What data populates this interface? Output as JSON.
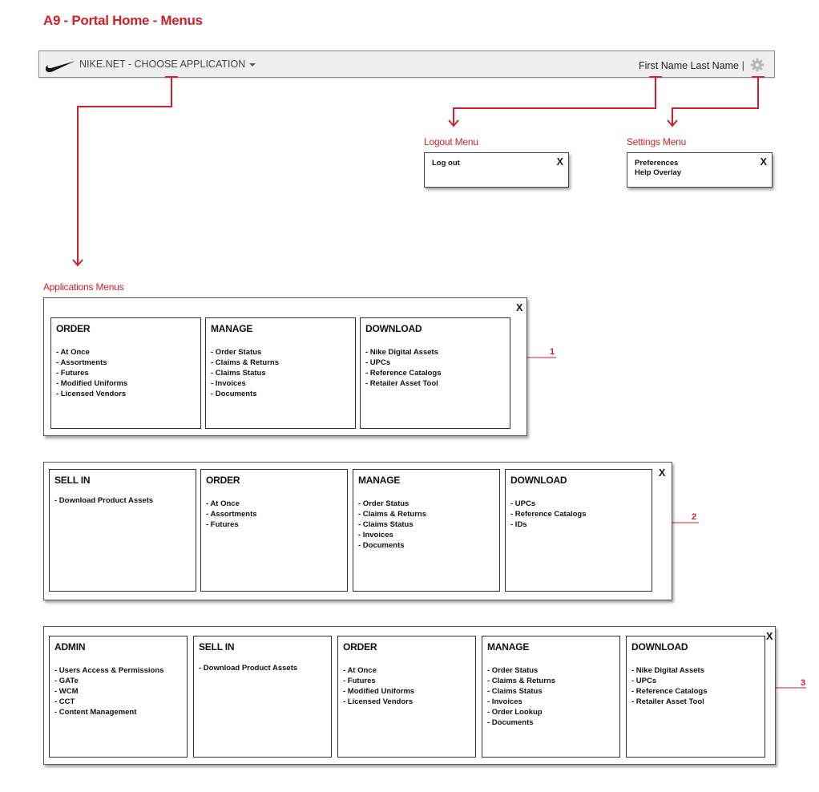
{
  "page": {
    "title": "A9 - Portal Home - Menus"
  },
  "header": {
    "app_chooser_label": "NIKE.NET - CHOOSE APPLICATION",
    "user_name": "First Name Last Name",
    "separator": "|"
  },
  "annotations": {
    "logout_menu": "Logout Menu",
    "settings_menu": "Settings Menu",
    "applications_menus": "Applications Menus"
  },
  "logout_menu": {
    "items": [
      "Log out"
    ],
    "close": "X"
  },
  "settings_menu": {
    "items": [
      "Preferences",
      "Help Overlay"
    ],
    "close": "X"
  },
  "app_menus": [
    {
      "label": "1",
      "close": "X",
      "columns": [
        {
          "title": "ORDER",
          "items": [
            "- At Once",
            "- Assortments",
            "- Futures",
            "- Modified Uniforms",
            "- Licensed Vendors"
          ]
        },
        {
          "title": "MANAGE",
          "items": [
            "- Order Status",
            "- Claims & Returns",
            "- Claims Status",
            "- Invoices",
            "- Documents"
          ]
        },
        {
          "title": "DOWNLOAD",
          "items": [
            "- Nike Digital Assets",
            "- UPCs",
            "- Reference Catalogs",
            "- Retailer Asset Tool"
          ]
        }
      ]
    },
    {
      "label": "2",
      "close": "X",
      "columns": [
        {
          "title": "SELL IN",
          "items": [
            "- Download Product Assets"
          ]
        },
        {
          "title": "ORDER",
          "items": [
            "- At Once",
            "- Assortments",
            "- Futures"
          ]
        },
        {
          "title": "MANAGE",
          "items": [
            "- Order Status",
            "- Claims & Returns",
            "- Claims Status",
            "- Invoices",
            "- Documents"
          ]
        },
        {
          "title": "DOWNLOAD",
          "items": [
            "- UPCs",
            "- Reference Catalogs",
            "- IDs"
          ]
        }
      ]
    },
    {
      "label": "3",
      "close": "X",
      "columns": [
        {
          "title": "ADMIN",
          "items": [
            "- Users Access & Permissions",
            "- GATe",
            "- WCM",
            "- CCT",
            "- Content Management"
          ]
        },
        {
          "title": "SELL IN",
          "items": [
            "- Download Product Assets"
          ]
        },
        {
          "title": "ORDER",
          "items": [
            "- At Once",
            "- Futures",
            "- Modified Uniforms",
            "- Licensed Vendors"
          ]
        },
        {
          "title": "MANAGE",
          "items": [
            "- Order Status",
            "- Claims & Returns",
            "- Claims Status",
            "- Invoices",
            "- Order Lookup",
            "- Documents"
          ]
        },
        {
          "title": "DOWNLOAD",
          "items": [
            "- Nike Digital Assets",
            "- UPCs",
            "- Reference Catalogs",
            "- Retailer Asset Tool"
          ]
        }
      ]
    }
  ],
  "colors": {
    "accent": "#d0202b",
    "bar_bg": "#efefef",
    "border": "#444444"
  },
  "icons": {
    "logo": "nike-swoosh-logo",
    "chooser": "caret-down-icon",
    "settings": "gear-icon"
  }
}
